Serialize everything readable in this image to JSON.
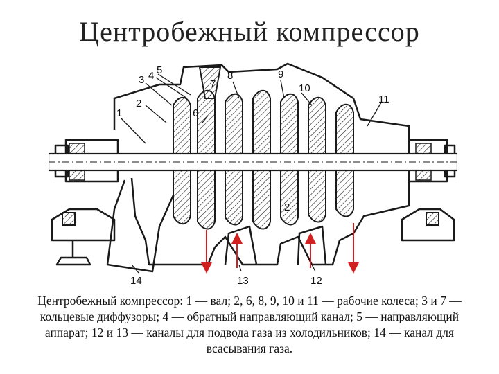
{
  "title": "Центробежный компрессор",
  "caption": "Центробежный компрессор: 1 — вал; 2, 6, 8, 9, 10 и 11 — рабочие колеса; 3 и 7 — кольцевые диффузоры; 4 — обратный направляющий канал; 5 — направляющий аппарат; 12 и 13 — каналы для подвода газа из холодильников; 14 — канал для всасывания газа.",
  "labels": {
    "l1": "1",
    "l2": "2",
    "l3": "3",
    "l4": "4",
    "l5": "5",
    "l6": "6",
    "l7": "7",
    "l8": "8",
    "l9": "9",
    "l10": "10",
    "l11": "11",
    "l12": "12",
    "l13": "13",
    "l14": "14",
    "l2b": "2"
  },
  "colors": {
    "ink": "#1a1a1a",
    "arrow": "#d22020",
    "background": "#ffffff"
  }
}
